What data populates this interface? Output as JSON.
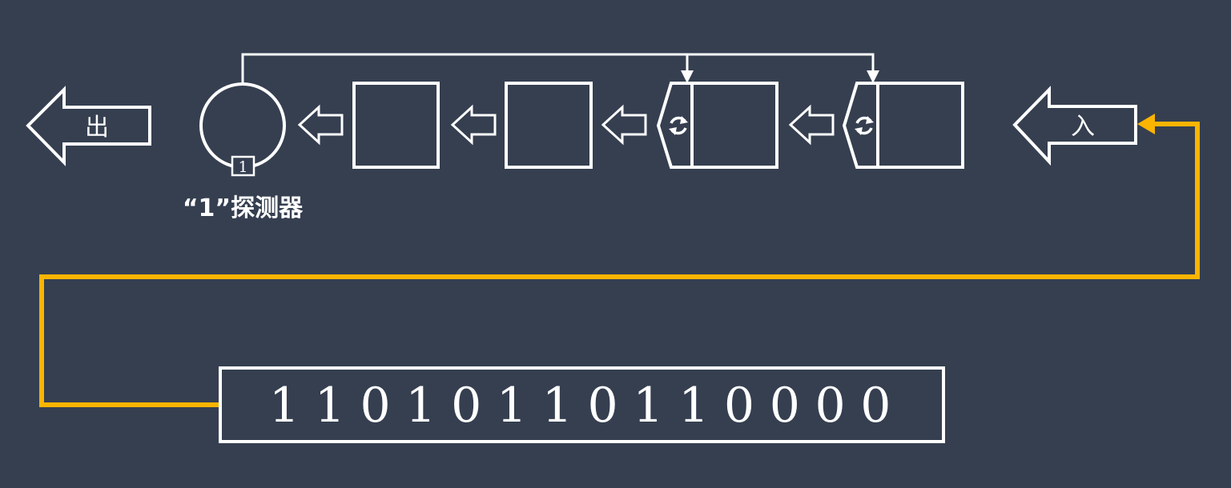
{
  "colors": {
    "background": "#353f50",
    "stroke": "#ffffff",
    "input_line": "#fbb400"
  },
  "output_arrow": {
    "label": "出"
  },
  "input_arrow": {
    "label": "入"
  },
  "detector": {
    "badge": "1",
    "caption": "“1”探测器"
  },
  "register": {
    "stages": 4,
    "xor_taps": 2
  },
  "input_sequence": {
    "bits": [
      "1",
      "1",
      "0",
      "1",
      "0",
      "1",
      "1",
      "0",
      "1",
      "1",
      "0",
      "0",
      "0",
      "0"
    ]
  },
  "icons": {
    "tap": "refresh-cycle-icon"
  }
}
